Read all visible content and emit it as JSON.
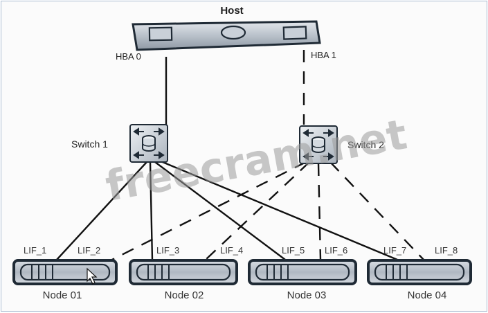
{
  "host": {
    "label": "Host"
  },
  "hba": [
    {
      "label": "HBA 0"
    },
    {
      "label": "HBA 1"
    }
  ],
  "switches": [
    {
      "label": "Switch 1"
    },
    {
      "label": "Switch 2"
    }
  ],
  "nodes": [
    {
      "label": "Node 01",
      "lifs": [
        "LIF_1",
        "LIF_2"
      ]
    },
    {
      "label": "Node 02",
      "lifs": [
        "LIF_3",
        "LIF_4"
      ]
    },
    {
      "label": "Node 03",
      "lifs": [
        "LIF_5",
        "LIF_6"
      ]
    },
    {
      "label": "Node 04",
      "lifs": [
        "LIF_7",
        "LIF_8"
      ]
    }
  ],
  "connections": {
    "host_to_switch": [
      {
        "hba": "HBA 0",
        "switch": "Switch 1",
        "style": "solid"
      },
      {
        "hba": "HBA 1",
        "switch": "Switch 2",
        "style": "dashed"
      }
    ],
    "switch_to_lif": [
      {
        "switch": "Switch 1",
        "lif": "LIF_1",
        "style": "solid"
      },
      {
        "switch": "Switch 1",
        "lif": "LIF_3",
        "style": "solid"
      },
      {
        "switch": "Switch 1",
        "lif": "LIF_5",
        "style": "solid"
      },
      {
        "switch": "Switch 1",
        "lif": "LIF_7",
        "style": "solid"
      },
      {
        "switch": "Switch 2",
        "lif": "LIF_2",
        "style": "dashed"
      },
      {
        "switch": "Switch 2",
        "lif": "LIF_4",
        "style": "dashed"
      },
      {
        "switch": "Switch 2",
        "lif": "LIF_6",
        "style": "dashed"
      },
      {
        "switch": "Switch 2",
        "lif": "LIF_8",
        "style": "dashed"
      }
    ]
  },
  "watermark": "freecram.net",
  "colors": {
    "device_fill": "#c7ced6",
    "device_dark": "#1f2a35",
    "line": "#111111"
  }
}
